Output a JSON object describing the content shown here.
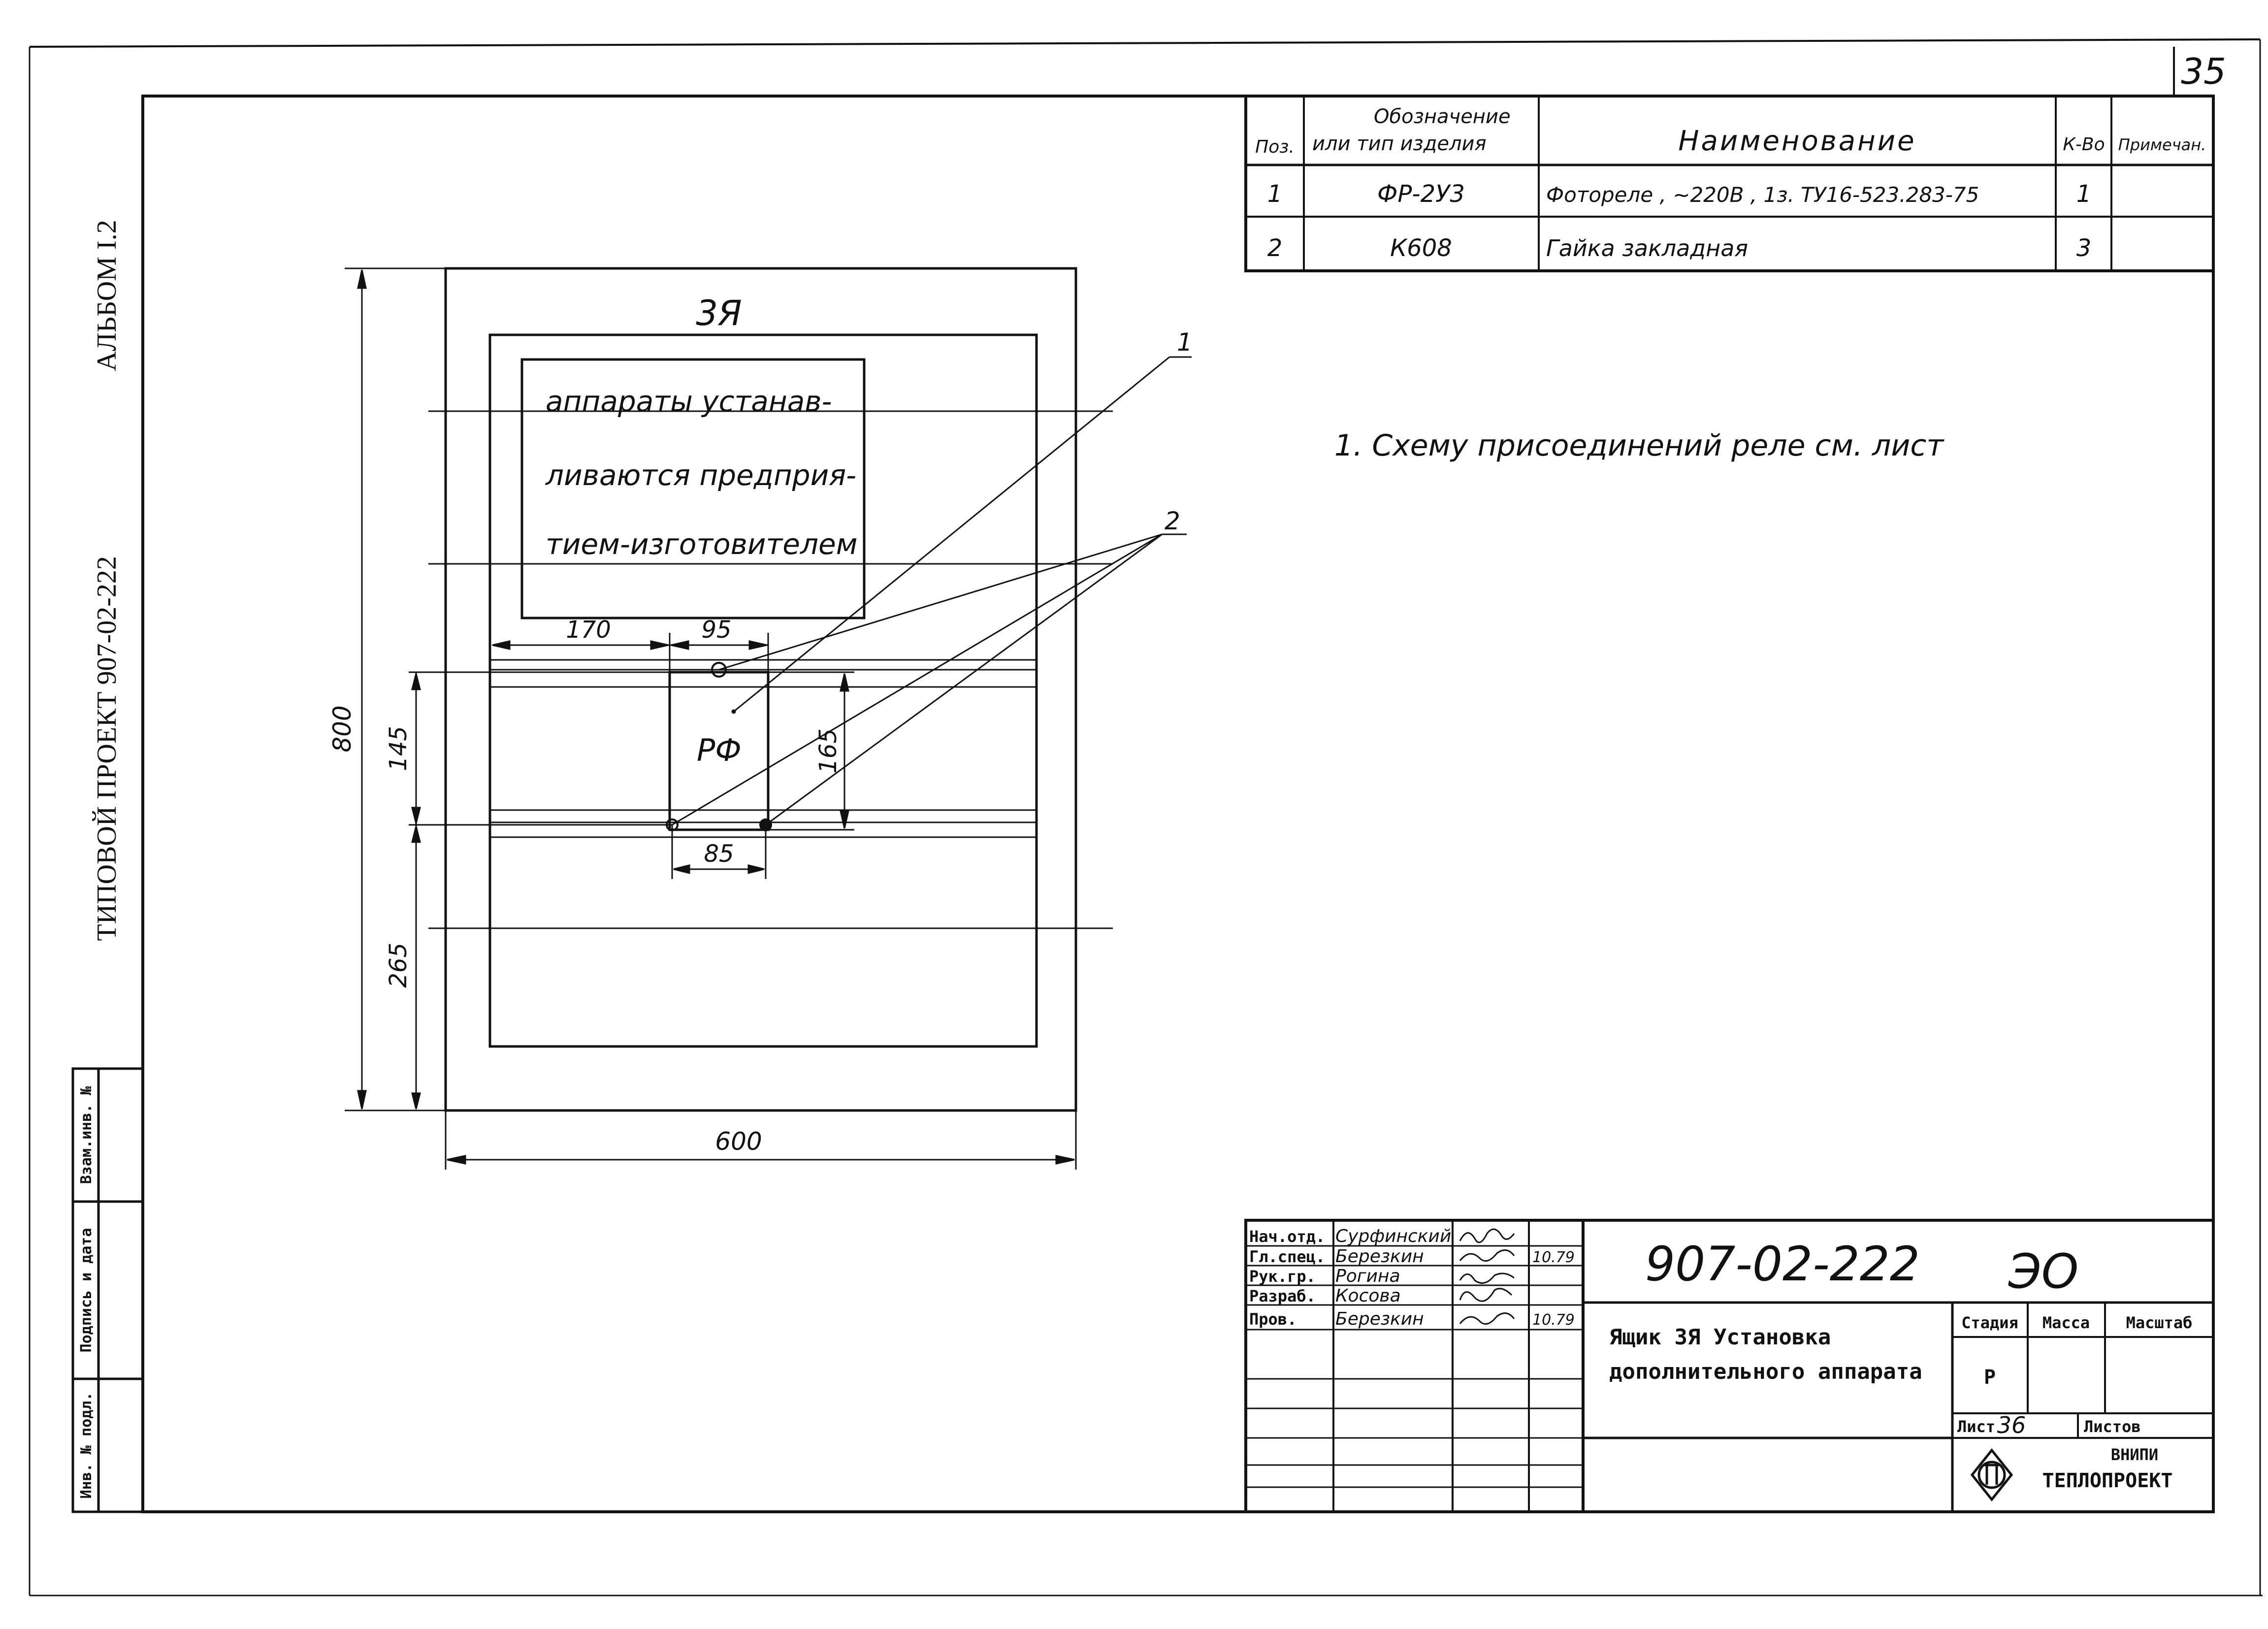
{
  "sheet_number": "35",
  "side_margin": {
    "album": "АЛЬБОМ I.2",
    "project": "ТИПОВОЙ ПРОЕКТ 907-02-222",
    "stamp_cells": [
      "Инв. № подл.",
      "Подпись и дата",
      "Взам.инв. №"
    ]
  },
  "drawing": {
    "box_label": "3Я",
    "note_lines": [
      "аппараты устанав-",
      "ливаются предприя-",
      "тием-изготовителем"
    ],
    "device_label": "РФ",
    "dimensions": {
      "height_total": "800",
      "width_total": "600",
      "upper_offset": "145",
      "lower_offset": "265",
      "left_offset": "170",
      "device_width": "95",
      "device_height": "165",
      "bolt_spacing": "85"
    },
    "callouts": [
      "1",
      "2"
    ]
  },
  "spec_table": {
    "headers": {
      "pos": "Поз.",
      "designation_line1": "Обозначение",
      "designation_line2": "или тип изделия",
      "name": "Наименование",
      "qty": "К-Во",
      "note": "Примечан."
    },
    "rows": [
      {
        "pos": "1",
        "designation": "ФР-2У3",
        "name": "Фотореле , ~220В , 1з.  ТУ16-523.283-75",
        "qty": "1",
        "note": ""
      },
      {
        "pos": "2",
        "designation": "К608",
        "name": "Гайка закладная",
        "qty": "3",
        "note": ""
      }
    ]
  },
  "note_text": "1. Схему присоединений реле см. лист",
  "title_block": {
    "roles": [
      "Нач.отд.",
      "Гл.спец.",
      "Рук.гр.",
      "Разраб.",
      "Пров."
    ],
    "names": [
      "Сурфинский",
      "Березкин",
      "Рогина",
      "Косова",
      "Березкин"
    ],
    "dates": [
      "",
      "10.79",
      "",
      "",
      "10.79"
    ],
    "doc_code": "907-02-222",
    "doc_suffix": "ЭО",
    "title_line1": "Ящик 3Я  Установка",
    "title_line2": "дополнительного аппарата",
    "stage_header": "Стадия",
    "mass_header": "Масса",
    "scale_header": "Масштаб",
    "stage_value": "Р",
    "sheet_label": "Лист",
    "sheet_value": "36",
    "sheets_label": "Листов",
    "org_line1": "ВНИПИ",
    "org_line2": "ТЕПЛОПРОЕКТ"
  }
}
